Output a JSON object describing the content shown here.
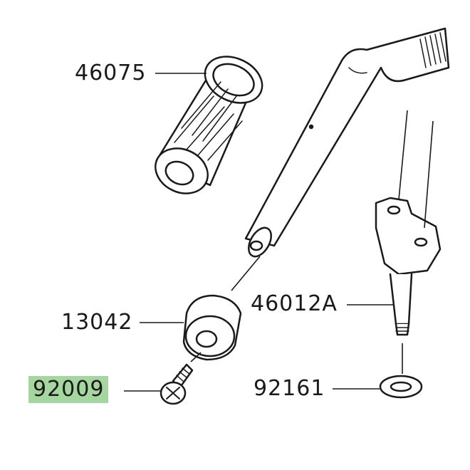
{
  "diagram": {
    "parts": [
      {
        "id": "grip",
        "number": "46075",
        "highlighted": false
      },
      {
        "id": "weight",
        "number": "13042",
        "highlighted": false
      },
      {
        "id": "screw",
        "number": "92009",
        "highlighted": true
      },
      {
        "id": "holder",
        "number": "46012A",
        "highlighted": false
      },
      {
        "id": "washer",
        "number": "92161",
        "highlighted": false
      }
    ]
  },
  "colors": {
    "highlight": "#a6d6a0",
    "line": "#1a1a1a"
  }
}
